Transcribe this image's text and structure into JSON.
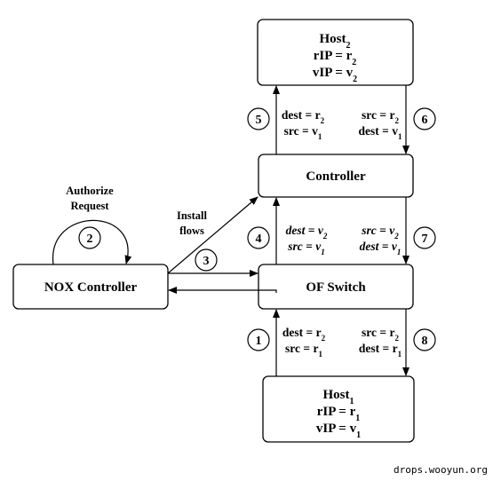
{
  "host2": {
    "title": "Host",
    "title_sub": "2",
    "rip": "rIP = r",
    "rip_sub": "2",
    "vip": "vIP = v",
    "vip_sub": "2"
  },
  "controller": {
    "label": "Controller"
  },
  "of_switch": {
    "label": "OF Switch"
  },
  "nox": {
    "label": "NOX Controller"
  },
  "host1": {
    "title": "Host",
    "title_sub": "1",
    "rip": "rIP = r",
    "rip_sub": "1",
    "vip": "vIP = v",
    "vip_sub": "1"
  },
  "authorize": {
    "line1": "Authorize",
    "line2": "Request"
  },
  "install": {
    "line1": "Install",
    "line2": "flows"
  },
  "steps": [
    "1",
    "2",
    "3",
    "4",
    "5",
    "6",
    "7",
    "8"
  ],
  "labels": {
    "step5": {
      "a": "dest = r",
      "a_sub": "2",
      "b": "src = v",
      "b_sub": "1"
    },
    "step6": {
      "a": "src = r",
      "a_sub": "2",
      "b": "dest = v",
      "b_sub": "1"
    },
    "step4": {
      "a": "dest = v",
      "a_sub": "2",
      "b": "src = v",
      "b_sub": "1"
    },
    "step7": {
      "a": "src = v",
      "a_sub": "2",
      "b": "dest = v",
      "b_sub": "1"
    },
    "step1": {
      "a": "dest = r",
      "a_sub": "2",
      "b": "src = r",
      "b_sub": "1"
    },
    "step8": {
      "a": "src = r",
      "a_sub": "2",
      "b": "dest = r",
      "b_sub": "1"
    }
  },
  "footer": "drops.wooyun.org"
}
